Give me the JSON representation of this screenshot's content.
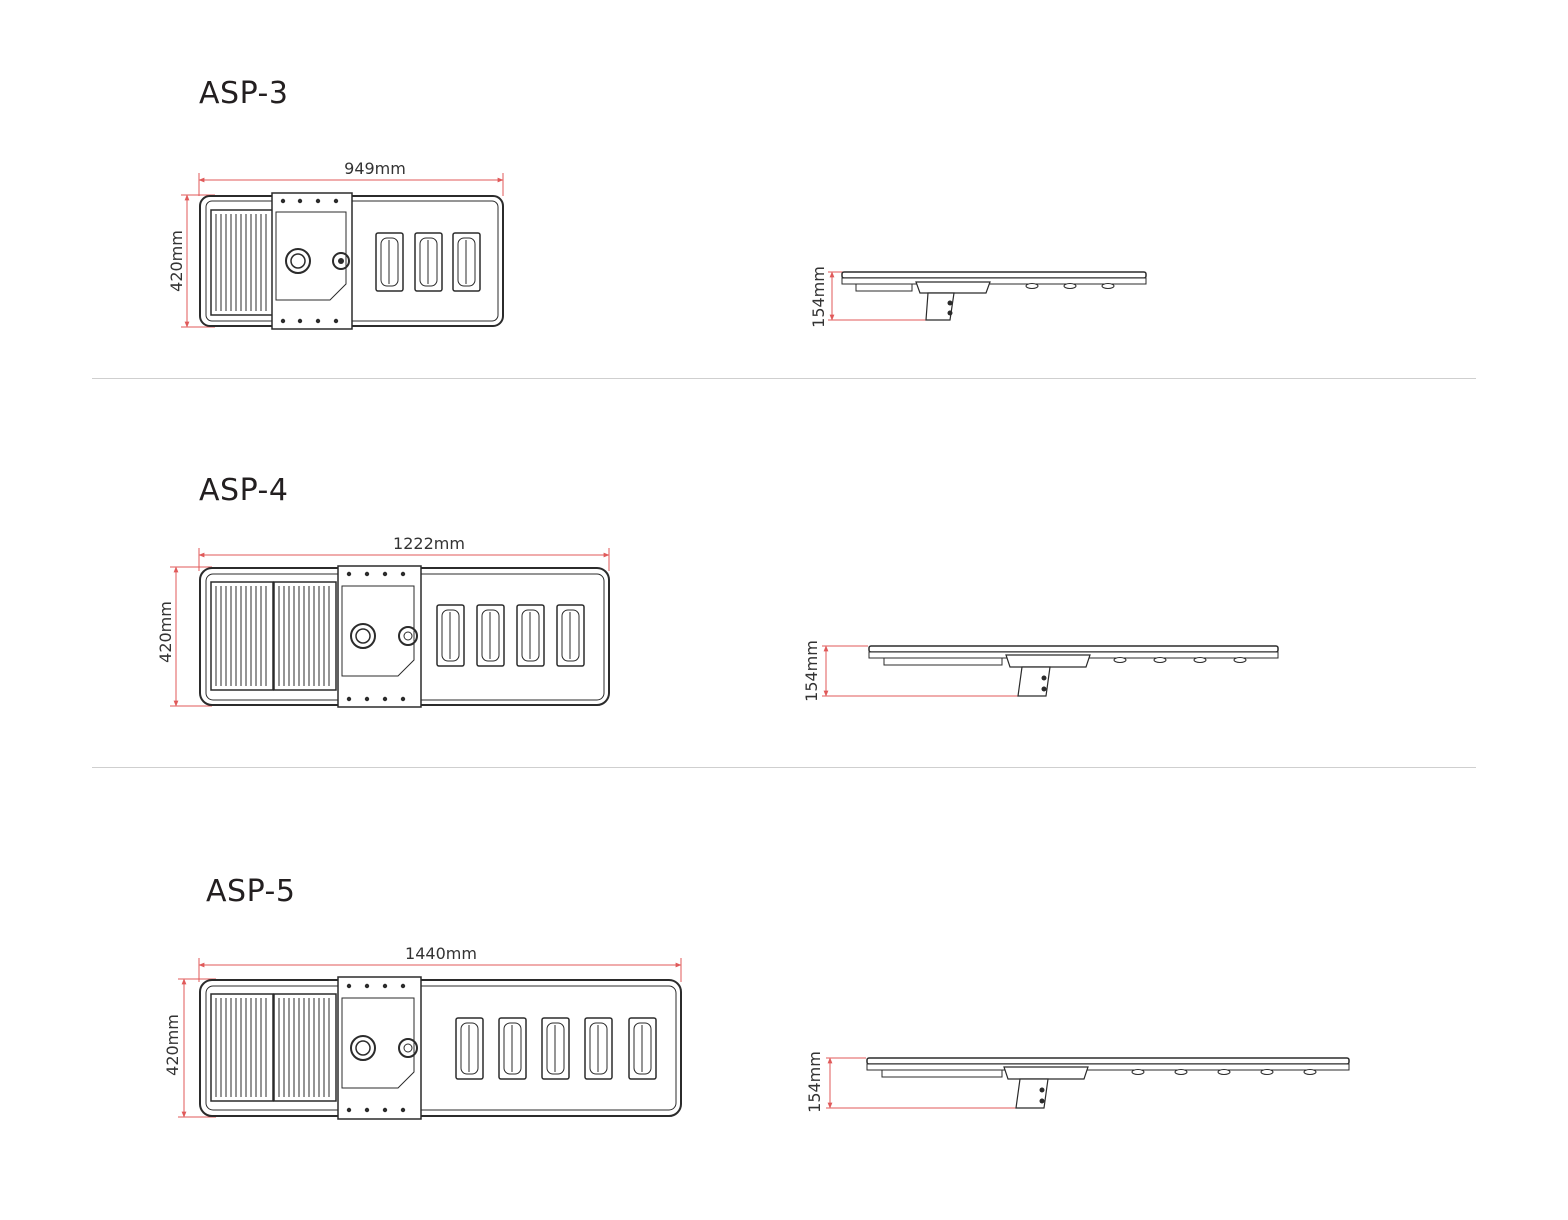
{
  "colors": {
    "dimension_line": "#e05a5a",
    "outline": "#2b2b2b",
    "divider": "#cfcfcf"
  },
  "models": [
    {
      "name": "ASP-3",
      "length": "949mm",
      "width": "420mm",
      "height": "154mm",
      "panels": 1,
      "leds": 3
    },
    {
      "name": "ASP-4",
      "length": "1222mm",
      "width": "420mm",
      "height": "154mm",
      "panels": 2,
      "leds": 4
    },
    {
      "name": "ASP-5",
      "length": "1440mm",
      "width": "420mm",
      "height": "154mm",
      "panels": 2,
      "leds": 5
    }
  ]
}
